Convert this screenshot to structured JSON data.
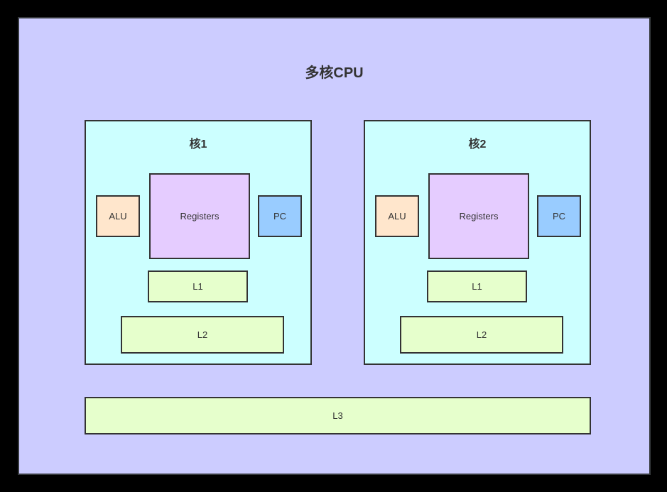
{
  "diagram": {
    "title": "多核CPU",
    "colors": {
      "background": "#000000",
      "cpu_fill": "#ccccff",
      "core_fill": "#ccffff",
      "alu_fill": "#ffe6cc",
      "registers_fill": "#e5ccff",
      "pc_fill": "#99ccff",
      "cache_fill": "#e6ffcc",
      "stroke": "#333333"
    },
    "cores": [
      {
        "title": "核1",
        "alu": "ALU",
        "registers": "Registers",
        "pc": "PC",
        "l1": "L1",
        "l2": "L2"
      },
      {
        "title": "核2",
        "alu": "ALU",
        "registers": "Registers",
        "pc": "PC",
        "l1": "L1",
        "l2": "L2"
      }
    ],
    "shared_cache": "L3"
  }
}
